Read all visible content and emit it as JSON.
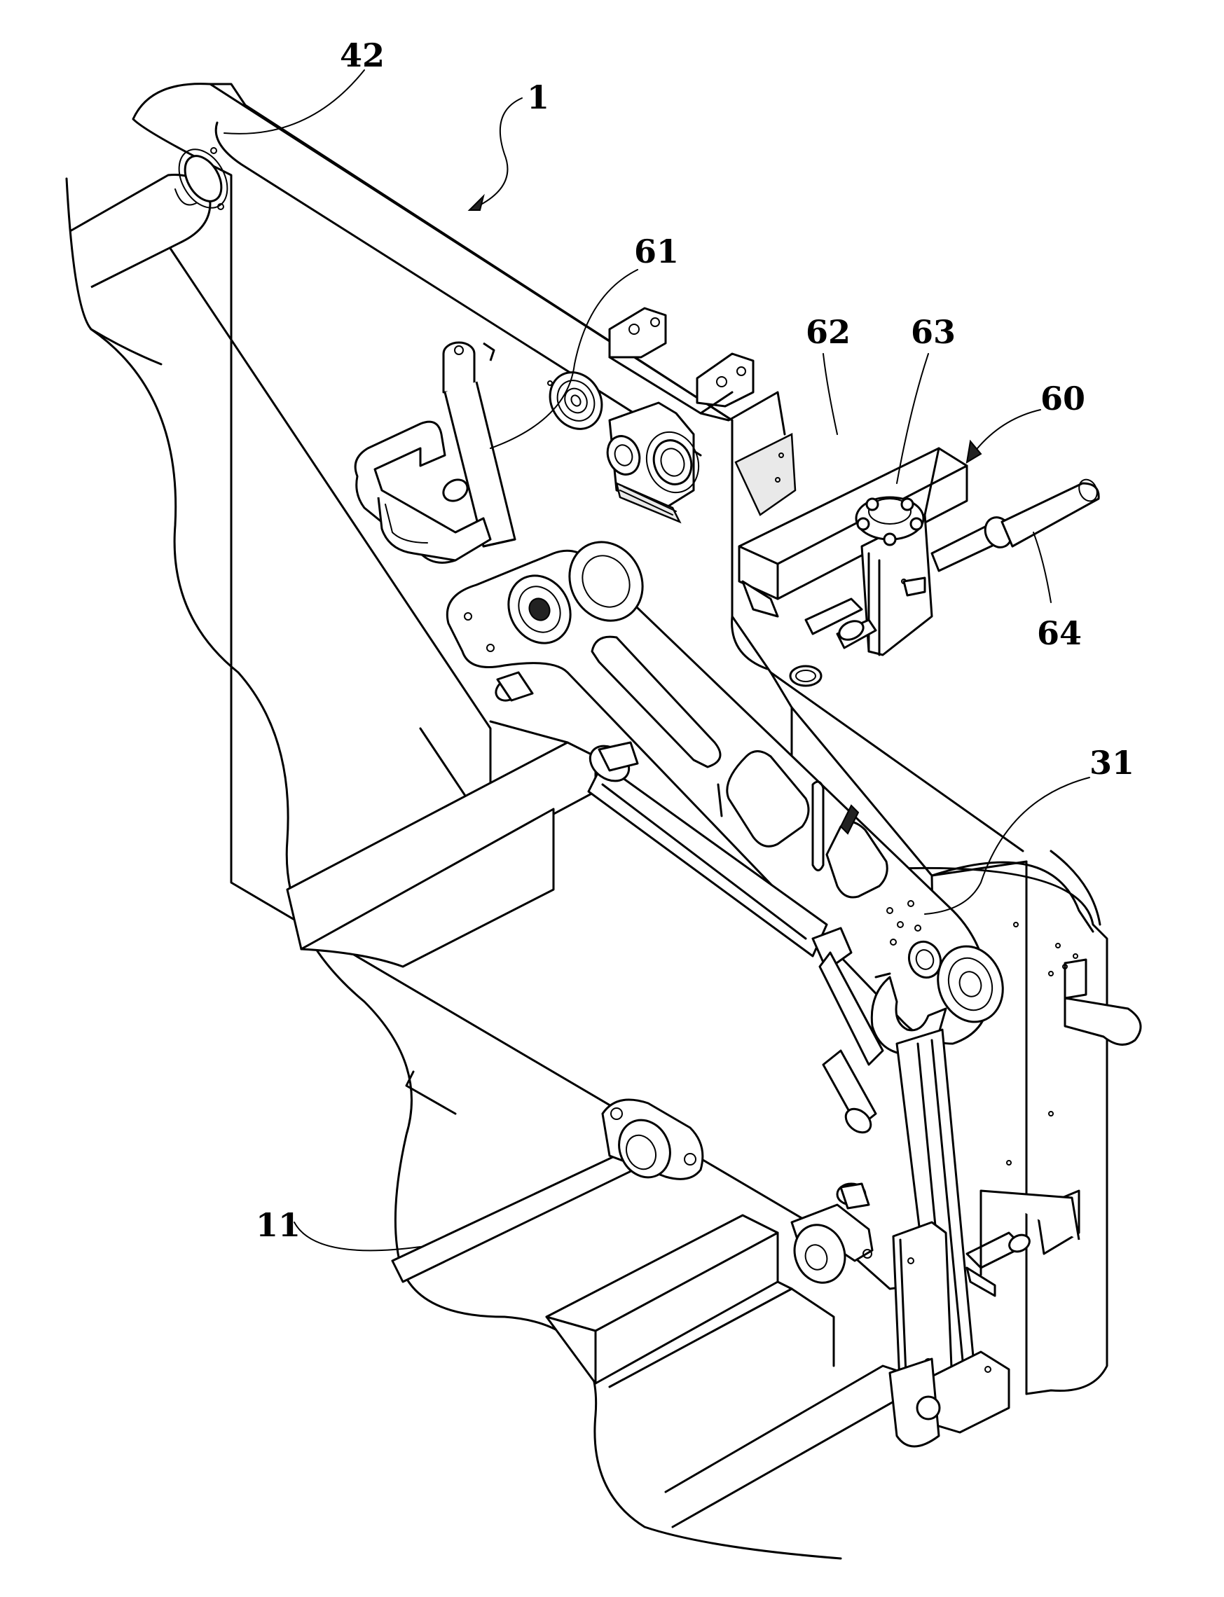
{
  "figure": {
    "reference_numerals": {
      "frame": "1",
      "shaft_top": "42",
      "bearing": "61",
      "bar": "62",
      "knob": "63",
      "assembly": "60",
      "handle": "64",
      "link_arm": "31",
      "lower_shaft": "11"
    }
  }
}
